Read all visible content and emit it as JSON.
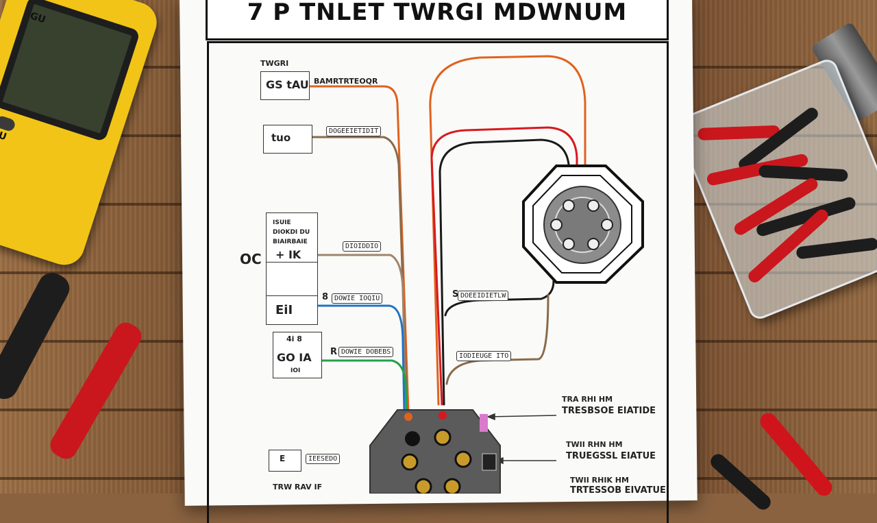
{
  "title": "7 P TNLET TWRGI MDWNUM",
  "components": {
    "top_label": "TWGRI",
    "box1": "GS tAU",
    "box1_label": "BAMRTRTEOQR",
    "box2": "tuo",
    "box2_label": "DOGEEIETIDIT",
    "block_lines": [
      "ISUIE",
      "DIOKDI DU",
      "BIAIRBAIE"
    ],
    "block_sym": "+ IK",
    "block_sym2": "EiI",
    "side_mark": "OC",
    "tag_a": "DIOIDDIO",
    "tag_b": "DOWIE IOQIU",
    "box5_top": "4i 8",
    "box5_sym": "GO IA",
    "box5_bottom": "IOI",
    "tag_c": "DOWIE DOBEBS",
    "tag_d": "DOEEIDIETLW",
    "tag_e": "IODIEUGE ITO",
    "mark_8": "8",
    "mark_r": "R",
    "mark_s": "S",
    "bottom_box": "E",
    "bottom_tag": "IEESEDO",
    "bottom_left": "TRW RAV IF"
  },
  "callouts": [
    {
      "line1": "TRA RHI HM",
      "line2": "TRESBSOE EIATIDE"
    },
    {
      "line1": "TWII RHN HM",
      "line2": "TRUEGSSL EIATUE"
    },
    {
      "line1": "TWII RHIK HM",
      "line2": "TRTESSOB EIVATUE"
    }
  ],
  "meter_labels": [
    "GU",
    "SU"
  ],
  "colors": {
    "orange": "#e0621e",
    "red": "#d7191f",
    "black": "#1a1a1a",
    "brown": "#8a6a4a",
    "blue": "#1f73c8",
    "green": "#22a24a",
    "tan": "#a0846a",
    "yellow_meter": "#f2c418"
  },
  "icons": [
    "multimeter-icon",
    "probe-icon",
    "terminal-case-icon",
    "pliers-icon",
    "connector-icon"
  ]
}
